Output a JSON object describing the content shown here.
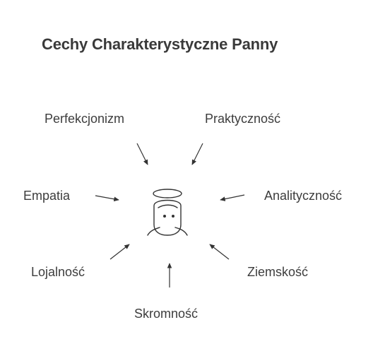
{
  "title": "Cechy Charakterystyczne Panny",
  "center_icon": "virgo-halo-figure-icon",
  "traits": [
    {
      "id": "perfekcjonizm",
      "label": "Perfekcjonizm"
    },
    {
      "id": "praktycznosc",
      "label": "Praktyczność"
    },
    {
      "id": "empatia",
      "label": "Empatia"
    },
    {
      "id": "analitycznosc",
      "label": "Analityczność"
    },
    {
      "id": "lojalnosc",
      "label": "Lojalność"
    },
    {
      "id": "ziemskosc",
      "label": "Ziemskość"
    },
    {
      "id": "skromnosc",
      "label": "Skromność"
    }
  ],
  "colors": {
    "text": "#3d3d3d",
    "stroke": "#333333",
    "background": "#ffffff"
  }
}
